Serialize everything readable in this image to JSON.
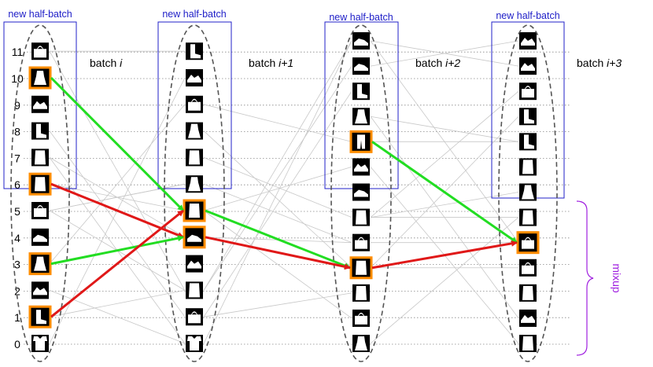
{
  "header_label": "new half-batch",
  "slot_labels": [
    "0",
    "1",
    "2",
    "3",
    "4",
    "5",
    "6",
    "7",
    "8",
    "9",
    "10",
    "11"
  ],
  "batches": [
    {
      "prefix": "batch ",
      "suffix": "i"
    },
    {
      "prefix": "batch ",
      "suffix": "i+1"
    },
    {
      "prefix": "batch ",
      "suffix": "i+2"
    },
    {
      "prefix": "batch ",
      "suffix": "i+3"
    }
  ],
  "mixup_label": "mixup",
  "colors": {
    "accent_blue": "#2020c8",
    "highlight_orange": "#ff8c00",
    "arrow_green": "#22dd22",
    "arrow_red": "#e01818",
    "mixup_purple": "#a020e0",
    "ellipse_dash": "#555555",
    "grid_dot": "#888888",
    "link_gray": "#c8c8c8"
  },
  "columns": [
    {
      "items": [
        "shirt",
        "boot",
        "sandal",
        "dress",
        "sneaker",
        "bag",
        "top",
        "top",
        "boot",
        "sandal",
        "dress",
        "bag"
      ],
      "highlighted": [
        1,
        3,
        6,
        10
      ]
    },
    {
      "items": [
        "shirt",
        "bag",
        "top",
        "sandal",
        "sneaker",
        "top",
        "dress",
        "top",
        "dress",
        "bag",
        "sandal",
        "boot"
      ],
      "highlighted": [
        4,
        5
      ]
    },
    {
      "items": [
        "dress",
        "bag",
        "top",
        "top",
        "bag",
        "top",
        "sneaker",
        "sandal",
        "trouser",
        "dress",
        "boot",
        "sneaker",
        "sneaker"
      ],
      "highlighted": [
        3,
        8
      ]
    },
    {
      "items": [
        "top",
        "sandal",
        "top",
        "bag",
        "bag",
        "top",
        "dress",
        "top",
        "boot",
        "boot",
        "bag",
        "sandal",
        "sandal"
      ],
      "highlighted": [
        4
      ]
    }
  ],
  "arrows": [
    {
      "color": "green",
      "from": [
        0,
        10
      ],
      "to": [
        1,
        5
      ]
    },
    {
      "color": "red",
      "from": [
        0,
        6
      ],
      "to": [
        1,
        4
      ]
    },
    {
      "color": "green",
      "from": [
        0,
        3
      ],
      "to": [
        1,
        4
      ]
    },
    {
      "color": "red",
      "from": [
        0,
        1
      ],
      "to": [
        1,
        5
      ]
    },
    {
      "color": "green",
      "from": [
        1,
        5
      ],
      "to": [
        2,
        3
      ]
    },
    {
      "color": "red",
      "from": [
        1,
        4
      ],
      "to": [
        2,
        3
      ]
    },
    {
      "color": "green",
      "from": [
        2,
        8
      ],
      "to": [
        3,
        4
      ]
    },
    {
      "color": "red",
      "from": [
        2,
        3
      ],
      "to": [
        3,
        4
      ]
    }
  ]
}
